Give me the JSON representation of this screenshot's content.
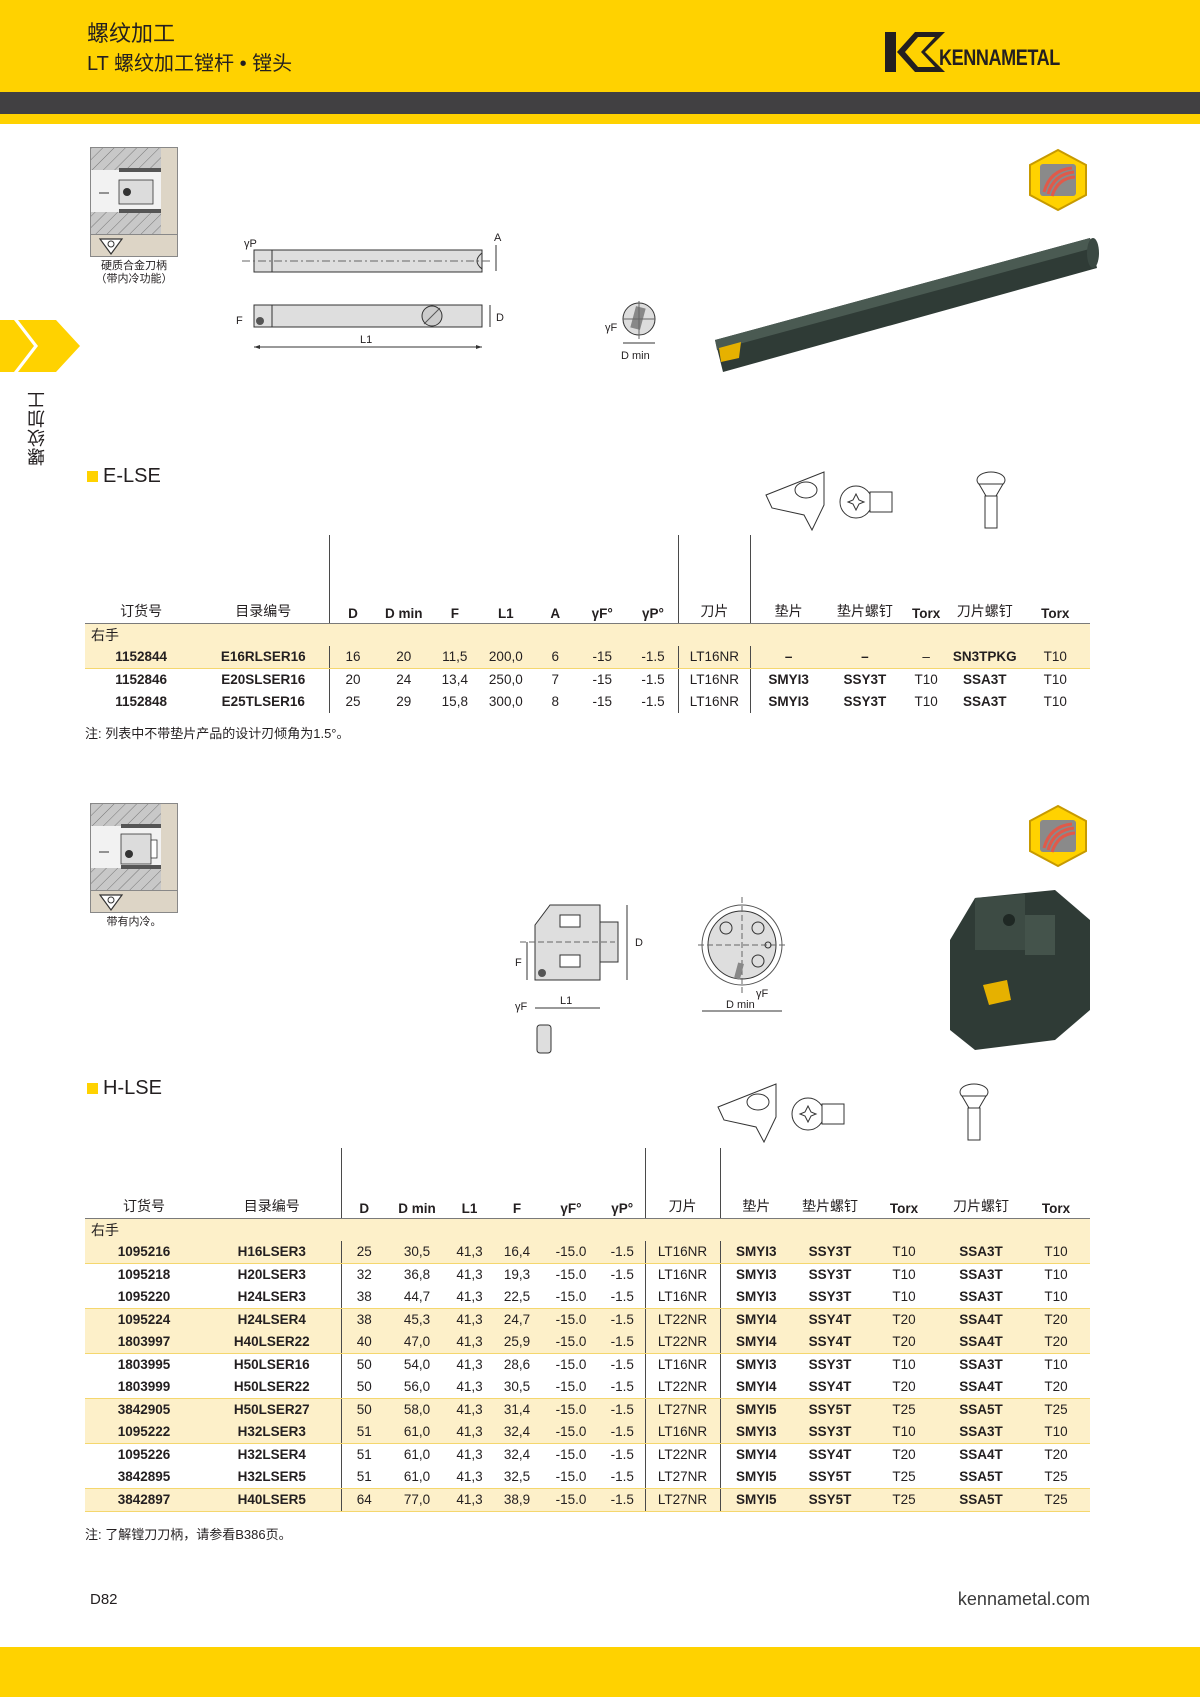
{
  "header": {
    "category": "螺纹加工",
    "subtitle": "LT 螺纹加工镗杆 • 镗头",
    "logo_text": "KENNAMETAL",
    "colors": {
      "brand_yellow": "#ffd200",
      "dark_band": "#414042",
      "row_shade": "#fdf0c9"
    }
  },
  "sidebar": {
    "tab_label": "螺纹加工",
    "arrow_icon": "double-chevron-right"
  },
  "sections": [
    {
      "id": "e-lse",
      "title": "E-LSE",
      "thumbnail_caption_line1": "硬质合金刀柄",
      "thumbnail_caption_line2": "（带内冷功能）",
      "drawing_labels": {
        "gammaP": "γP",
        "A": "A",
        "F": "F",
        "D": "D",
        "L1": "L1",
        "gammaF": "γF",
        "Dmin": "D min"
      },
      "table": {
        "headers": [
          "订货号",
          "目录编号",
          "D",
          "D min",
          "F",
          "L1",
          "A",
          "γF°",
          "γP°",
          "刀片",
          "垫片",
          "垫片螺钉",
          "Torx",
          "刀片螺钉",
          "Torx"
        ],
        "group_label": "右手",
        "rows": [
          [
            "1152844",
            "E16RLSER16",
            "16",
            "20",
            "11,5",
            "200,0",
            "6",
            "-15",
            "-1.5",
            "LT16NR",
            "–",
            "–",
            "–",
            "SN3TPKG",
            "T10"
          ],
          [
            "1152846",
            "E20SLSER16",
            "20",
            "24",
            "13,4",
            "250,0",
            "7",
            "-15",
            "-1.5",
            "LT16NR",
            "SMYI3",
            "SSY3T",
            "T10",
            "SSA3T",
            "T10"
          ],
          [
            "1152848",
            "E25TLSER16",
            "25",
            "29",
            "15,8",
            "300,0",
            "8",
            "-15",
            "-1.5",
            "LT16NR",
            "SMYI3",
            "SSY3T",
            "T10",
            "SSA3T",
            "T10"
          ]
        ]
      },
      "note": "注:  列表中不带垫片产品的设计刃倾角为1.5°。"
    },
    {
      "id": "h-lse",
      "title": "H-LSE",
      "thumbnail_caption_line1": "带有内冷。",
      "drawing_labels": {
        "F": "F",
        "D": "D",
        "L1": "L1",
        "gammaF": "γF",
        "gammaF2": "γF",
        "Dmin": "D min"
      },
      "table": {
        "headers": [
          "订货号",
          "目录编号",
          "D",
          "D min",
          "L1",
          "F",
          "γF°",
          "γP°",
          "刀片",
          "垫片",
          "垫片螺钉",
          "Torx",
          "刀片螺钉",
          "Torx"
        ],
        "group_label": "右手",
        "rows": [
          [
            "1095216",
            "H16LSER3",
            "25",
            "30,5",
            "41,3",
            "16,4",
            "-15.0",
            "-1.5",
            "LT16NR",
            "SMYI3",
            "SSY3T",
            "T10",
            "SSA3T",
            "T10"
          ],
          [
            "1095218",
            "H20LSER3",
            "32",
            "36,8",
            "41,3",
            "19,3",
            "-15.0",
            "-1.5",
            "LT16NR",
            "SMYI3",
            "SSY3T",
            "T10",
            "SSA3T",
            "T10"
          ],
          [
            "1095220",
            "H24LSER3",
            "38",
            "44,7",
            "41,3",
            "22,5",
            "-15.0",
            "-1.5",
            "LT16NR",
            "SMYI3",
            "SSY3T",
            "T10",
            "SSA3T",
            "T10"
          ],
          [
            "1095224",
            "H24LSER4",
            "38",
            "45,3",
            "41,3",
            "24,7",
            "-15.0",
            "-1.5",
            "LT22NR",
            "SMYI4",
            "SSY4T",
            "T20",
            "SSA4T",
            "T20"
          ],
          [
            "1803997",
            "H40LSER22",
            "40",
            "47,0",
            "41,3",
            "25,9",
            "-15.0",
            "-1.5",
            "LT22NR",
            "SMYI4",
            "SSY4T",
            "T20",
            "SSA4T",
            "T20"
          ],
          [
            "1803995",
            "H50LSER16",
            "50",
            "54,0",
            "41,3",
            "28,6",
            "-15.0",
            "-1.5",
            "LT16NR",
            "SMYI3",
            "SSY3T",
            "T10",
            "SSA3T",
            "T10"
          ],
          [
            "1803999",
            "H50LSER22",
            "50",
            "56,0",
            "41,3",
            "30,5",
            "-15.0",
            "-1.5",
            "LT22NR",
            "SMYI4",
            "SSY4T",
            "T20",
            "SSA4T",
            "T20"
          ],
          [
            "3842905",
            "H50LSER27",
            "50",
            "58,0",
            "41,3",
            "31,4",
            "-15.0",
            "-1.5",
            "LT27NR",
            "SMYI5",
            "SSY5T",
            "T25",
            "SSA5T",
            "T25"
          ],
          [
            "1095222",
            "H32LSER3",
            "51",
            "61,0",
            "41,3",
            "32,4",
            "-15.0",
            "-1.5",
            "LT16NR",
            "SMYI3",
            "SSY3T",
            "T10",
            "SSA3T",
            "T10"
          ],
          [
            "1095226",
            "H32LSER4",
            "51",
            "61,0",
            "41,3",
            "32,4",
            "-15.0",
            "-1.5",
            "LT22NR",
            "SMYI4",
            "SSY4T",
            "T20",
            "SSA4T",
            "T20"
          ],
          [
            "3842895",
            "H32LSER5",
            "51",
            "61,0",
            "41,3",
            "32,5",
            "-15.0",
            "-1.5",
            "LT27NR",
            "SMYI5",
            "SSY5T",
            "T25",
            "SSA5T",
            "T25"
          ],
          [
            "3842897",
            "H40LSER5",
            "64",
            "77,0",
            "41,3",
            "38,9",
            "-15.0",
            "-1.5",
            "LT27NR",
            "SMYI5",
            "SSY5T",
            "T25",
            "SSA5T",
            "T25"
          ]
        ]
      },
      "note": "注:  了解镗刀刀柄，请参看B386页。"
    }
  ],
  "footer": {
    "page_number": "D82",
    "website": "kennametal.com"
  }
}
